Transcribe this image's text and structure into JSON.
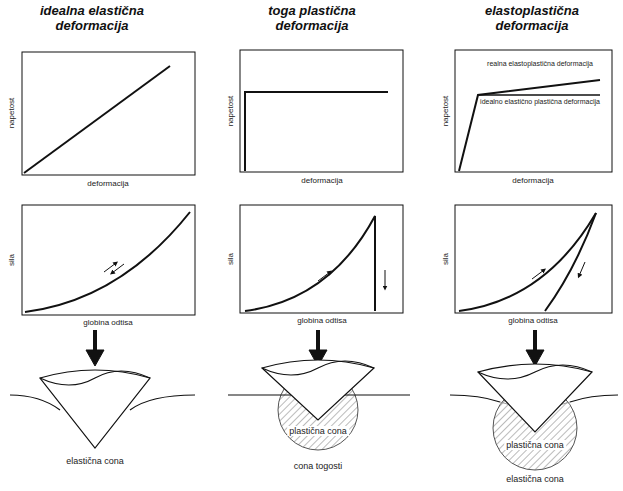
{
  "diagram": {
    "labels": [
      "idealna elastična deformacija",
      "toga plastična deformacija",
      "elastoplastična deformacija",
      "napetost",
      "deformacija",
      "napetost",
      "deformacija",
      "realna elastoplastična deformacija",
      "idealno elastično plastična deformacija",
      "napetost",
      "deformacija",
      "sila",
      "globina odtisa",
      "sila",
      "globina odtisa",
      "sila",
      "globina odtisa",
      "elastična cona",
      "plastična cona",
      "cona togosti",
      "plastična cona",
      "elastična cona"
    ]
  }
}
